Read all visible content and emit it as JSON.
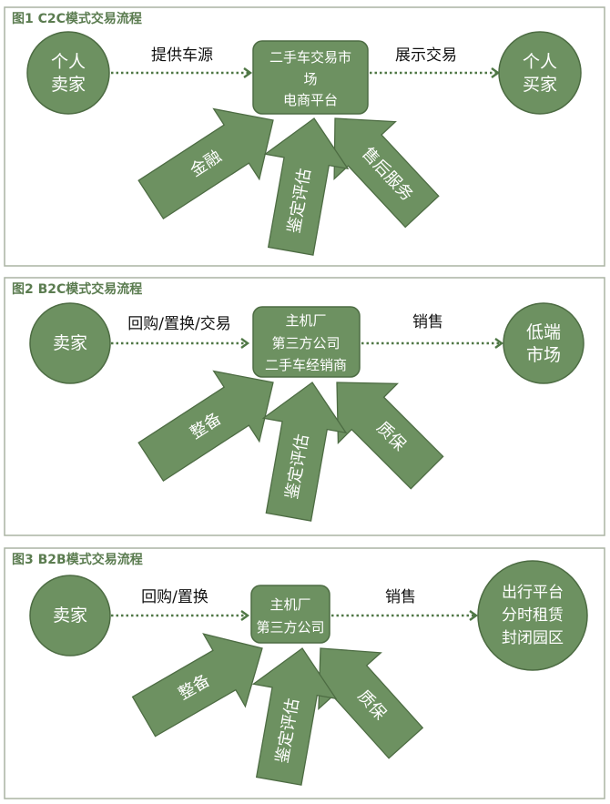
{
  "colors": {
    "node_fill": "#6d9161",
    "node_stroke": "#4d6c43",
    "flow_line": "#4f7745",
    "panel_border": "#aab4a3",
    "title_text": "#5b7c50",
    "node_text": "#ffffff",
    "label_text": "#111111"
  },
  "panels": [
    {
      "title": "图1 C2C模式交易流程",
      "left_node": [
        "个人",
        "卖家"
      ],
      "left_edge_label": "提供车源",
      "center_node": [
        "二手车交易市",
        "场",
        "电商平台"
      ],
      "right_edge_label": "展示交易",
      "right_node": [
        "个人",
        "买家"
      ],
      "supports": [
        "金融",
        "鉴定评估",
        "售后服务"
      ]
    },
    {
      "title": "图2 B2C模式交易流程",
      "left_node": [
        "卖家"
      ],
      "left_edge_label": "回购/置换/交易",
      "center_node": [
        "主机厂",
        "第三方公司",
        "二手车经销商"
      ],
      "right_edge_label": "销售",
      "right_node": [
        "低端",
        "市场"
      ],
      "supports": [
        "整备",
        "鉴定评估",
        "质保"
      ]
    },
    {
      "title": "图3 B2B模式交易流程",
      "left_node": [
        "卖家"
      ],
      "left_edge_label": "回购/置换",
      "center_node": [
        "主机厂",
        "第三方公司"
      ],
      "right_edge_label": "销售",
      "right_node": [
        "出行平台",
        "分时租赁",
        "封闭园区"
      ],
      "supports": [
        "整备",
        "鉴定评估",
        "质保"
      ]
    }
  ]
}
